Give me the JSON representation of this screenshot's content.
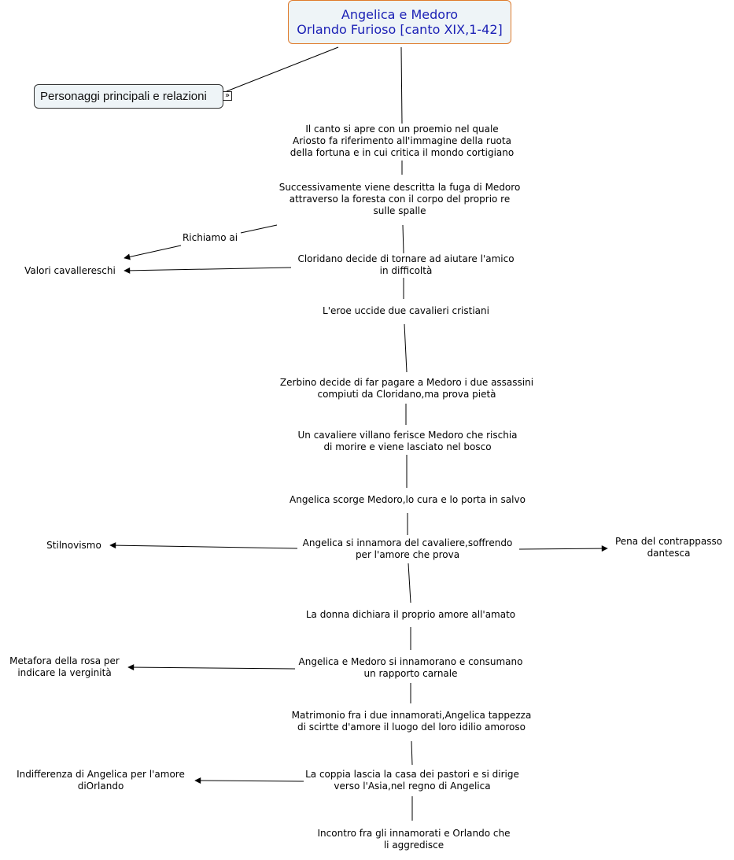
{
  "root": {
    "title_line1": "Angelica e Medoro",
    "title_line2": "Orlando Furioso [canto XIX,1-42]"
  },
  "characters_node": {
    "label": "Personaggi principali e relazioni"
  },
  "expand_icon": {
    "glyph": "»",
    "name": "expand-icon"
  },
  "colors": {
    "root_text": "#1a1fb5",
    "root_border": "#e07a2a",
    "node_fill": "#eef4f7"
  },
  "nodes": {
    "proemio": [
      "Il canto si apre con un proemio nel quale",
      "Ariosto fa riferimento all'immagine della ruota",
      "della fortuna e in cui critica il mondo cortigiano"
    ],
    "fuga": [
      "Successivamente viene descritta la fuga di Medoro",
      "attraverso la foresta con il corpo del proprio re",
      "sulle spalle"
    ],
    "cloridano": [
      "Cloridano decide di tornare ad aiutare l'amico",
      "in difficoltà"
    ],
    "eroe": [
      "L'eroe uccide due cavalieri cristiani"
    ],
    "zerbino": [
      "Zerbino decide di far pagare a Medoro i due assassini",
      "compiuti da Cloridano,ma prova pietà"
    ],
    "villano": [
      "Un cavaliere villano ferisce Medoro che rischia",
      "di morire e viene lasciato nel bosco"
    ],
    "scorge": [
      "Angelica scorge Medoro,lo cura e lo porta in salvo"
    ],
    "innamora": [
      "Angelica si innamora del cavaliere,soffrendo",
      "per l'amore che prova"
    ],
    "dichiara": [
      "La donna dichiara il proprio amore all'amato"
    ],
    "consumano": [
      "Angelica e Medoro si innamorano e consumano",
      "un rapporto carnale"
    ],
    "matrimonio": [
      "Matrimonio fra i due innamorati,Angelica tappezza",
      "di scirtte d'amore il luogo del loro idilio amoroso"
    ],
    "coppia": [
      "La coppia lascia la casa dei pastori e si dirige",
      "verso l'Asia,nel regno di Angelica"
    ],
    "incontro": [
      "Incontro fra gli innamorati e Orlando che",
      "li aggredisce"
    ],
    "richiamo": [
      "Richiamo ai"
    ],
    "valori": [
      "Valori cavallereschi"
    ],
    "stilnovismo": [
      "Stilnovismo"
    ],
    "contrappasso": [
      "Pena del contrappasso",
      "dantesca"
    ],
    "rosa": [
      "Metafora della rosa per",
      "indicare la verginità"
    ],
    "indifferenza": [
      "Indifferenza di Angelica per l'amore",
      "diOrlando"
    ]
  }
}
